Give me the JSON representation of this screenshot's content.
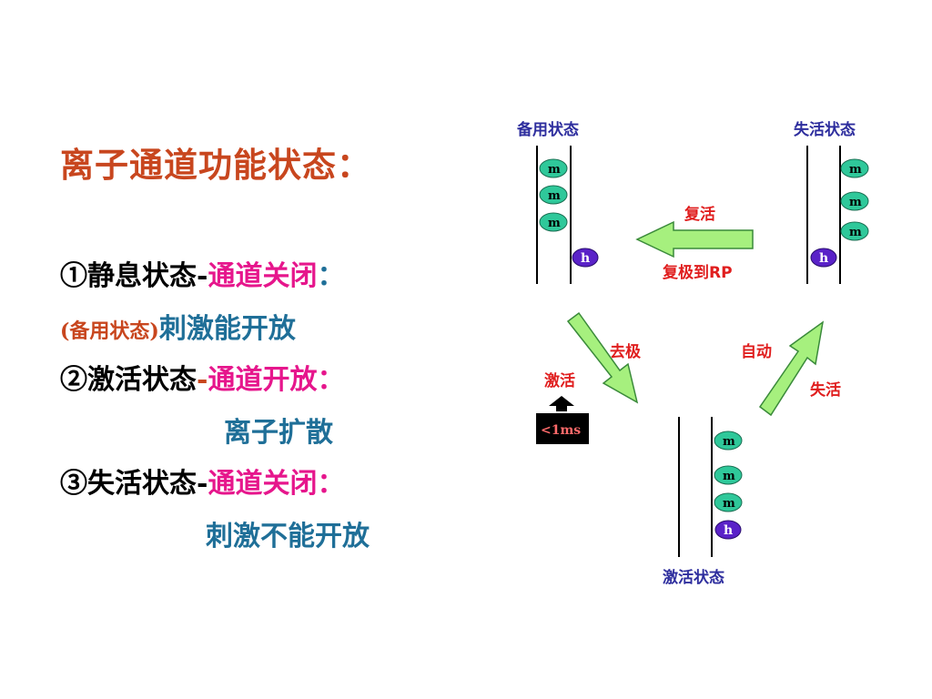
{
  "title": "离子通道功能状态：",
  "states": [
    {
      "prefix": "①静息状态-",
      "status": "通道关闭",
      "colon": "：",
      "sub_note": "(备用状态)",
      "desc": "刺激能开放"
    },
    {
      "prefix": "②激活状态",
      "dash": "-",
      "status": "通道开放",
      "colon": "：",
      "desc": "离子扩散"
    },
    {
      "prefix": "③失活状态-",
      "status": "通道关闭",
      "colon": "：",
      "desc": "刺激不能开放"
    }
  ],
  "diagram": {
    "resting_label": "备用状态",
    "inactive_label": "失活状态",
    "active_label": "激活状态",
    "recovery_label": "复活",
    "repolarize_label": "复极到RP",
    "depolarize_label": "去极",
    "stimulate_label": "激活",
    "auto_label": "自动",
    "inactivate_label": "失活",
    "stimulus_text": "<1ms",
    "gate_m": "m",
    "gate_h": "h",
    "colors": {
      "gate_m_fill": "#2fc89a",
      "gate_h_fill": "#5a22c8",
      "arrow_fill": "#a6f07e",
      "arrow_stroke": "#3a8a3a"
    }
  }
}
